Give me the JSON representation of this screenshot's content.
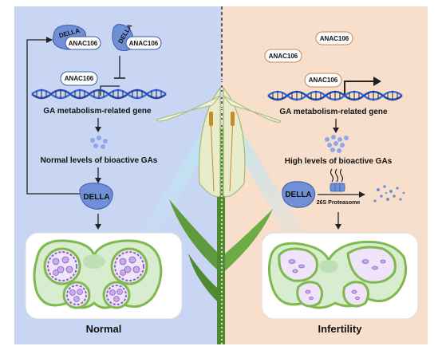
{
  "colors": {
    "left_bg": "#c9d6f3",
    "right_bg": "#f7dfcc",
    "della_fill": "#6f8fd6",
    "anac_fill": "#ffffff",
    "dna_blue": "#3f6fd9",
    "dna_rung": "#222222",
    "ga_dot": "#8fa6ee",
    "anther_wall": "#7fb94e",
    "pollen": "#c9a9e8",
    "leaf_green": "#5f9a3e"
  },
  "left": {
    "della_label": "DELLA",
    "anac_label": "ANAC106",
    "della2_label": "DELLA",
    "anac2_label": "ANAC106",
    "anac_on_dna": "ANAC106",
    "gene_label": "GA metabolism-related gene",
    "ga_label": "Normal levels of bioactive GAs",
    "della_bottom": "DELLA",
    "title": "Normal"
  },
  "right": {
    "anac_free1": "ANAC106",
    "anac_free2": "ANAC106",
    "anac_on_dna": "ANAC106",
    "gene_label": "GA metabolism-related gene",
    "ga_label": "High levels of bioactive GAs",
    "della_label": "DELLA",
    "proteasome_label": "26S Proteasome",
    "title": "Infertility"
  }
}
